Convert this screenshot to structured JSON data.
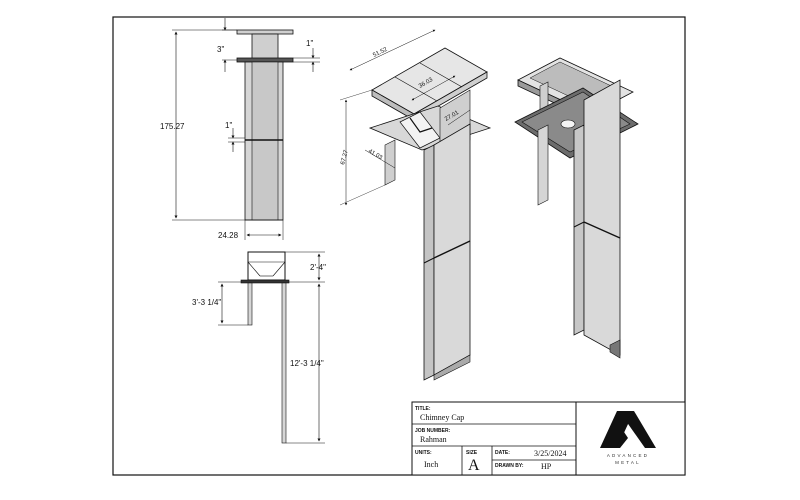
{
  "dimensions": {
    "total_height": "175.27",
    "top_offset": "3\"",
    "side_offset": "1\"",
    "joint_offset": "1\"",
    "width": "24.28",
    "cap_height": "2'-4\"",
    "flange_height": "3'-3 1/4\"",
    "post_height": "12'-3 1/4\"",
    "iso_length": "51.52",
    "iso_width": "36.03",
    "iso_inner": "27.01",
    "iso_depth": "41.03",
    "iso_height": "67.27"
  },
  "title_block": {
    "title_label": "TITLE:",
    "title": "Chimney Cap",
    "job_label": "JOB NUMBER:",
    "job": "Rahman",
    "units_label": "UNITS:",
    "units": "Inch",
    "size_label": "SIZE",
    "size": "A",
    "date_label": "DATE:",
    "date": "3/25/2024",
    "drawn_label": "DRAWN BY:",
    "drawn": "HP"
  },
  "brand": {
    "line1": "ADVANCED",
    "line2": "METAL"
  }
}
